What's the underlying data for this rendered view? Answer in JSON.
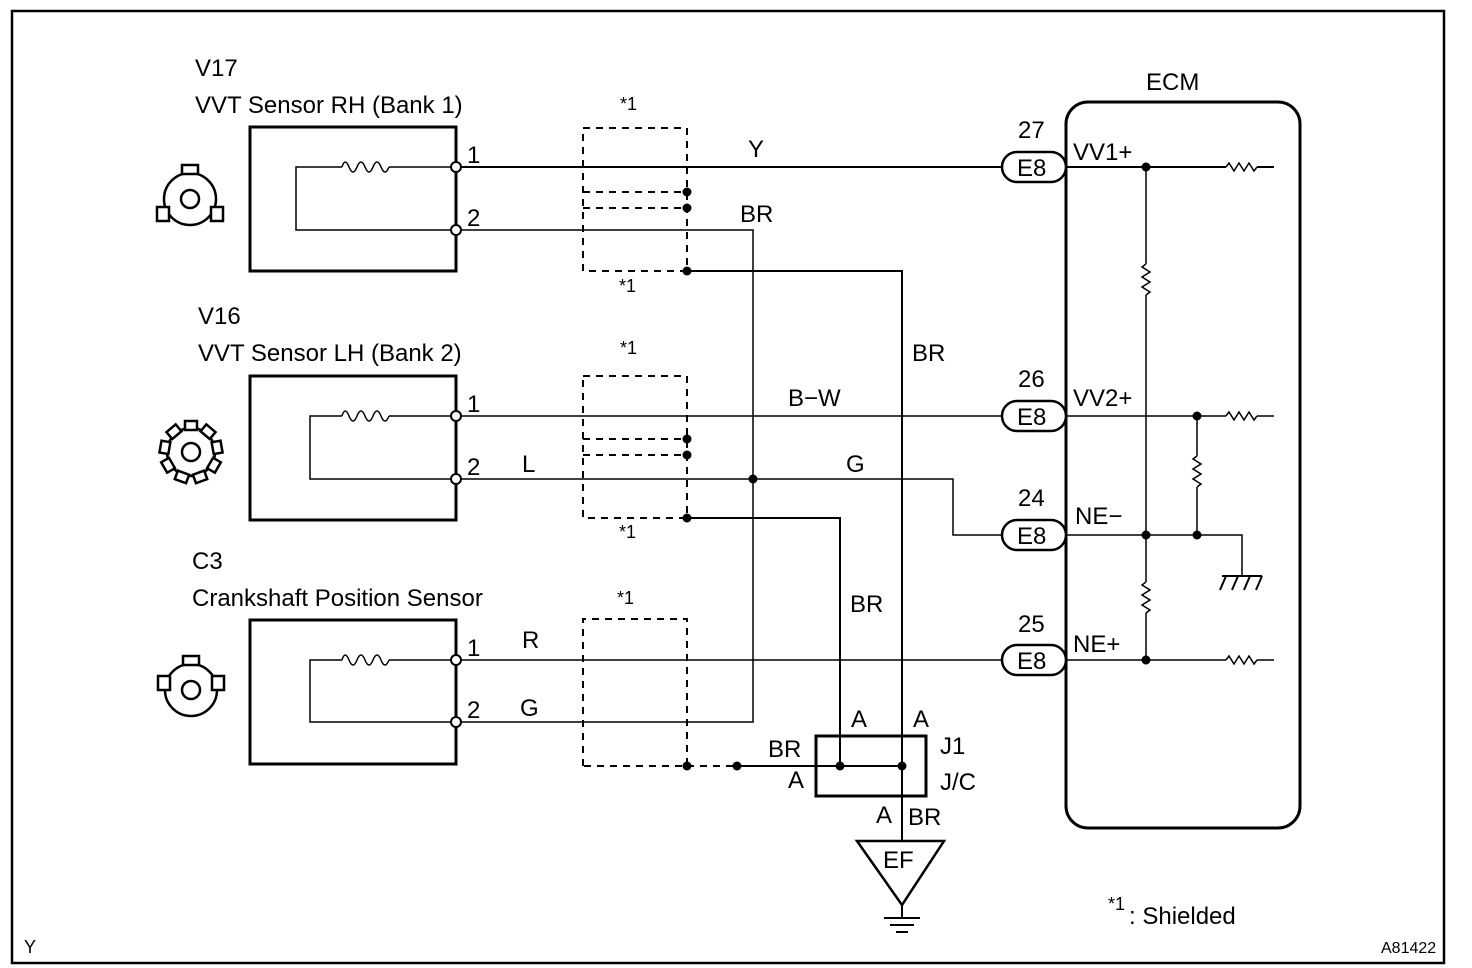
{
  "diagram_id": "A81422",
  "corner_label": "Y",
  "sensors": [
    {
      "code": "V17",
      "name": "VVT Sensor RH (Bank 1)",
      "pin1": "1",
      "pin2": "2"
    },
    {
      "code": "V16",
      "name": "VVT Sensor LH (Bank 2)",
      "pin1": "1",
      "pin2": "2"
    },
    {
      "code": "C3",
      "name": "Crankshaft Position Sensor",
      "pin1": "1",
      "pin2": "2"
    }
  ],
  "shield_mark": "*1",
  "wire_colors": {
    "y": "Y",
    "br": "BR",
    "bw": "B−W",
    "l": "L",
    "g": "G",
    "r": "R"
  },
  "ecm": {
    "title": "ECM",
    "connector": "E8",
    "pins": [
      {
        "num": "27",
        "name": "VV1+"
      },
      {
        "num": "26",
        "name": "VV2+"
      },
      {
        "num": "24",
        "name": "NE−"
      },
      {
        "num": "25",
        "name": "NE+"
      }
    ]
  },
  "junction": {
    "id": "J1",
    "type": "J/C",
    "pin": "A"
  },
  "ground": {
    "label": "EF"
  },
  "legend": {
    "mark": "*1",
    "text": ": Shielded"
  }
}
